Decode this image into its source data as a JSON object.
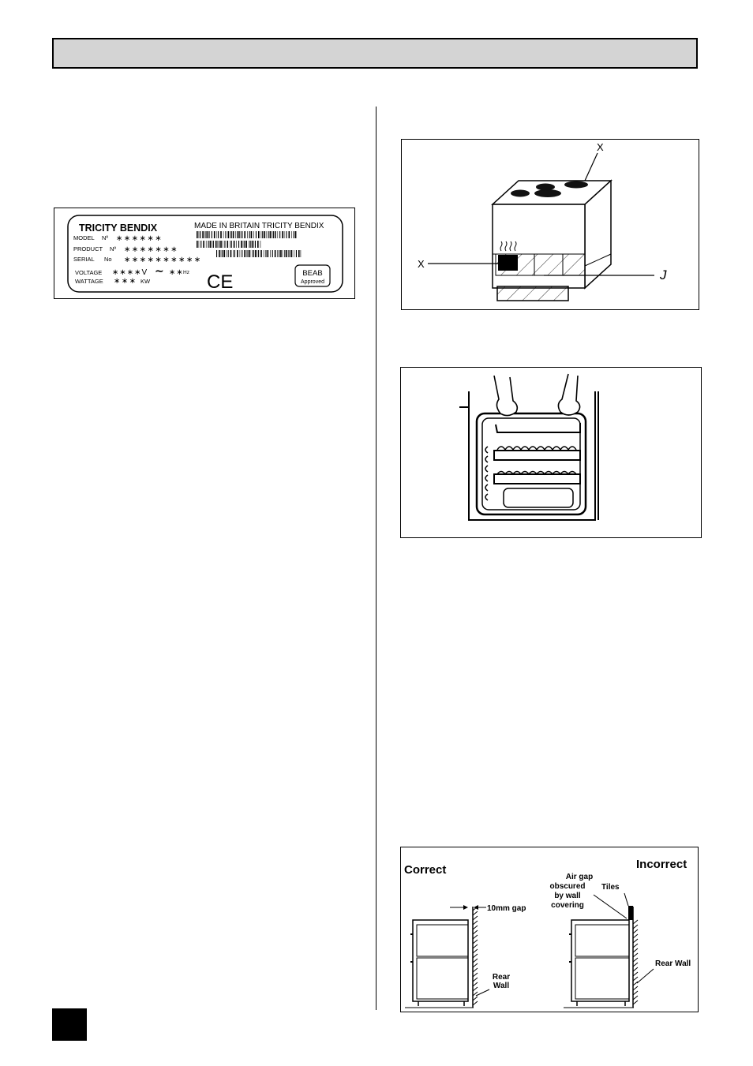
{
  "rating_plate": {
    "brand": "TRICITY BENDIX",
    "origin": "MADE IN BRITAIN  TRICITY BENDIX",
    "model_label": "MODEL",
    "no_label": "Nº",
    "model_value": "∗∗∗∗∗∗",
    "product_label": "PRODUCT",
    "product_value": "∗∗∗∗∗∗∗",
    "serial_label": "SERIAL",
    "serial_no_label": "No",
    "serial_value": "∗∗∗∗∗∗∗∗∗∗",
    "voltage_label": "VOLTAGE",
    "voltage_value": "∗∗∗∗V",
    "tilde": "∼",
    "hz_value": "∗∗",
    "hz_unit": "Hz",
    "wattage_label": "WATTAGE",
    "wattage_value": "∗∗∗",
    "wattage_unit": "KW",
    "ce_mark": "CE",
    "beab": "BEAB",
    "beab_sub": "Approved"
  },
  "cooker_diagram": {
    "label_top": "X",
    "label_left": "X",
    "label_right": "J"
  },
  "gap_diagram": {
    "correct": "Correct",
    "incorrect": "Incorrect",
    "gap": "10mm gap",
    "air_gap": [
      "Air gap",
      "obscured",
      "by wall",
      "covering"
    ],
    "tiles": "Tiles",
    "rear_wall_left": [
      "Rear",
      "Wall"
    ],
    "rear_wall_right": "Rear Wall"
  }
}
